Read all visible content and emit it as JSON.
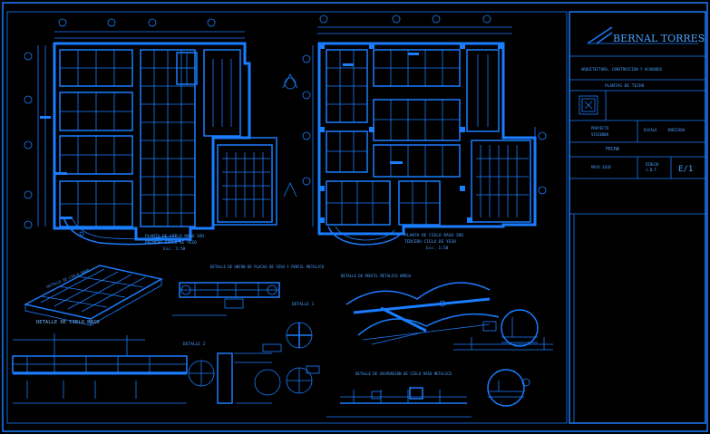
{
  "title_block": {
    "company": "BERNAL TORRES",
    "project_line": "ARQUITECTURA, CONSTRUCCION Y ACABADOS",
    "drawing_title": "PLANTAS DE TECHO",
    "field_a_label": "PROYECTO",
    "field_a_value": "VIVIENDA",
    "field_b_label": "ESCALA",
    "field_b_value": "INDICADA",
    "field_c_label": "FECHA",
    "field_c_value": "MAYO 2018",
    "field_d_label": "DIBUJO",
    "field_d_value": "J.B.T.",
    "sheet_number": "E/1"
  },
  "plans": {
    "left_caption_1": "PLANTA DE CIELO RASO 1ER",
    "left_caption_2": "PRIMERO CIELO DE YESO",
    "left_scale": "Esc. 1:50",
    "right_caption_1": "PLANTA DE CIELO RASO 2DO",
    "right_caption_2": "TERCERO CIELO DE YESO",
    "right_scale": "Esc. 1:50"
  },
  "details": {
    "d1": "DETALLE DE CIELO RASO",
    "d1_title": "DETALLE DE CIELO RASO",
    "d2": "DETALLE DE UNION DE PLACAS DE YESO Y PERFIL METALICO",
    "d3": "DETALLE 1",
    "d4": "DETALLE DE PERFIL METALICO OMEGA",
    "d5": "DETALLE 2",
    "d6": "DETALLE DE SUSPENSION DE CIELO RASO METALICO"
  },
  "colors": {
    "background": "#000000",
    "line": "#1a7dff"
  }
}
